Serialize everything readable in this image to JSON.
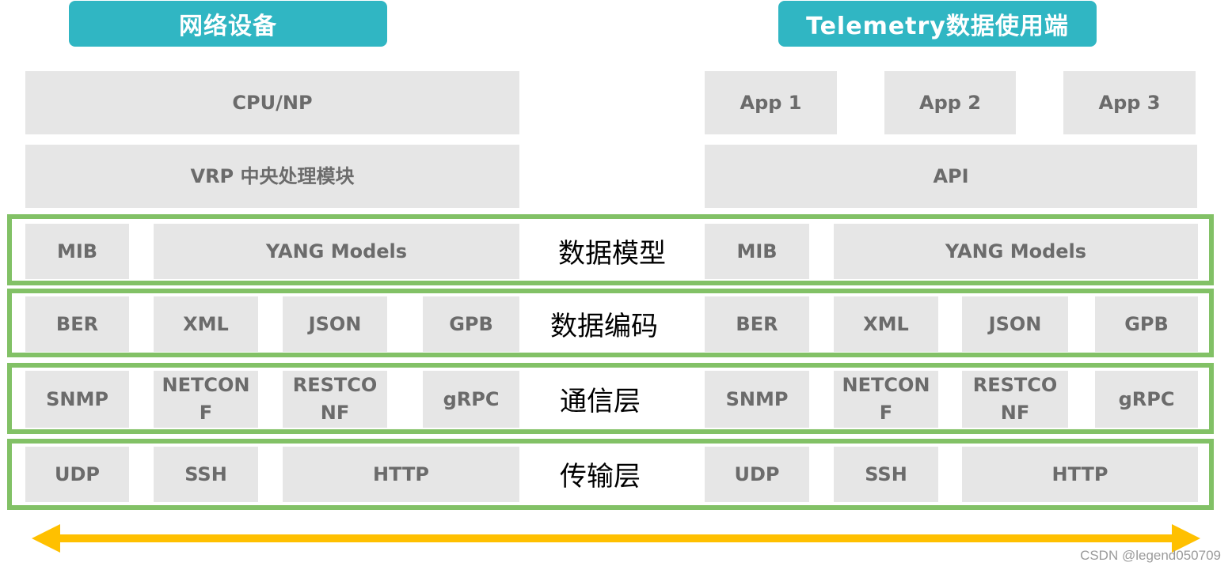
{
  "headers": {
    "left": "网络设备",
    "right": "Telemetry数据使用端"
  },
  "top": {
    "cpu": "CPU/NP",
    "vrp": "VRP 中央处理模块",
    "apps": [
      "App 1",
      "App 2",
      "App 3"
    ],
    "api": "API"
  },
  "rows": {
    "model": {
      "layer": "数据模型",
      "left": [
        "MIB",
        "YANG Models"
      ],
      "right": [
        "MIB",
        "YANG Models"
      ]
    },
    "encoding": {
      "layer": "数据编码",
      "left": [
        "BER",
        "XML",
        "JSON",
        "GPB"
      ],
      "right": [
        "BER",
        "XML",
        "JSON",
        "GPB"
      ]
    },
    "comm": {
      "layer": "通信层",
      "left": [
        "SNMP",
        "NETCON\nF",
        "RESTCO\nNF",
        "gRPC"
      ],
      "right": [
        "SNMP",
        "NETCON\nF",
        "RESTCO\nNF",
        "gRPC"
      ]
    },
    "transport": {
      "layer": "传输层",
      "left": [
        "UDP",
        "SSH",
        "HTTP"
      ],
      "right": [
        "UDP",
        "SSH",
        "HTTP"
      ]
    }
  },
  "watermark": "CSDN @legend050709"
}
